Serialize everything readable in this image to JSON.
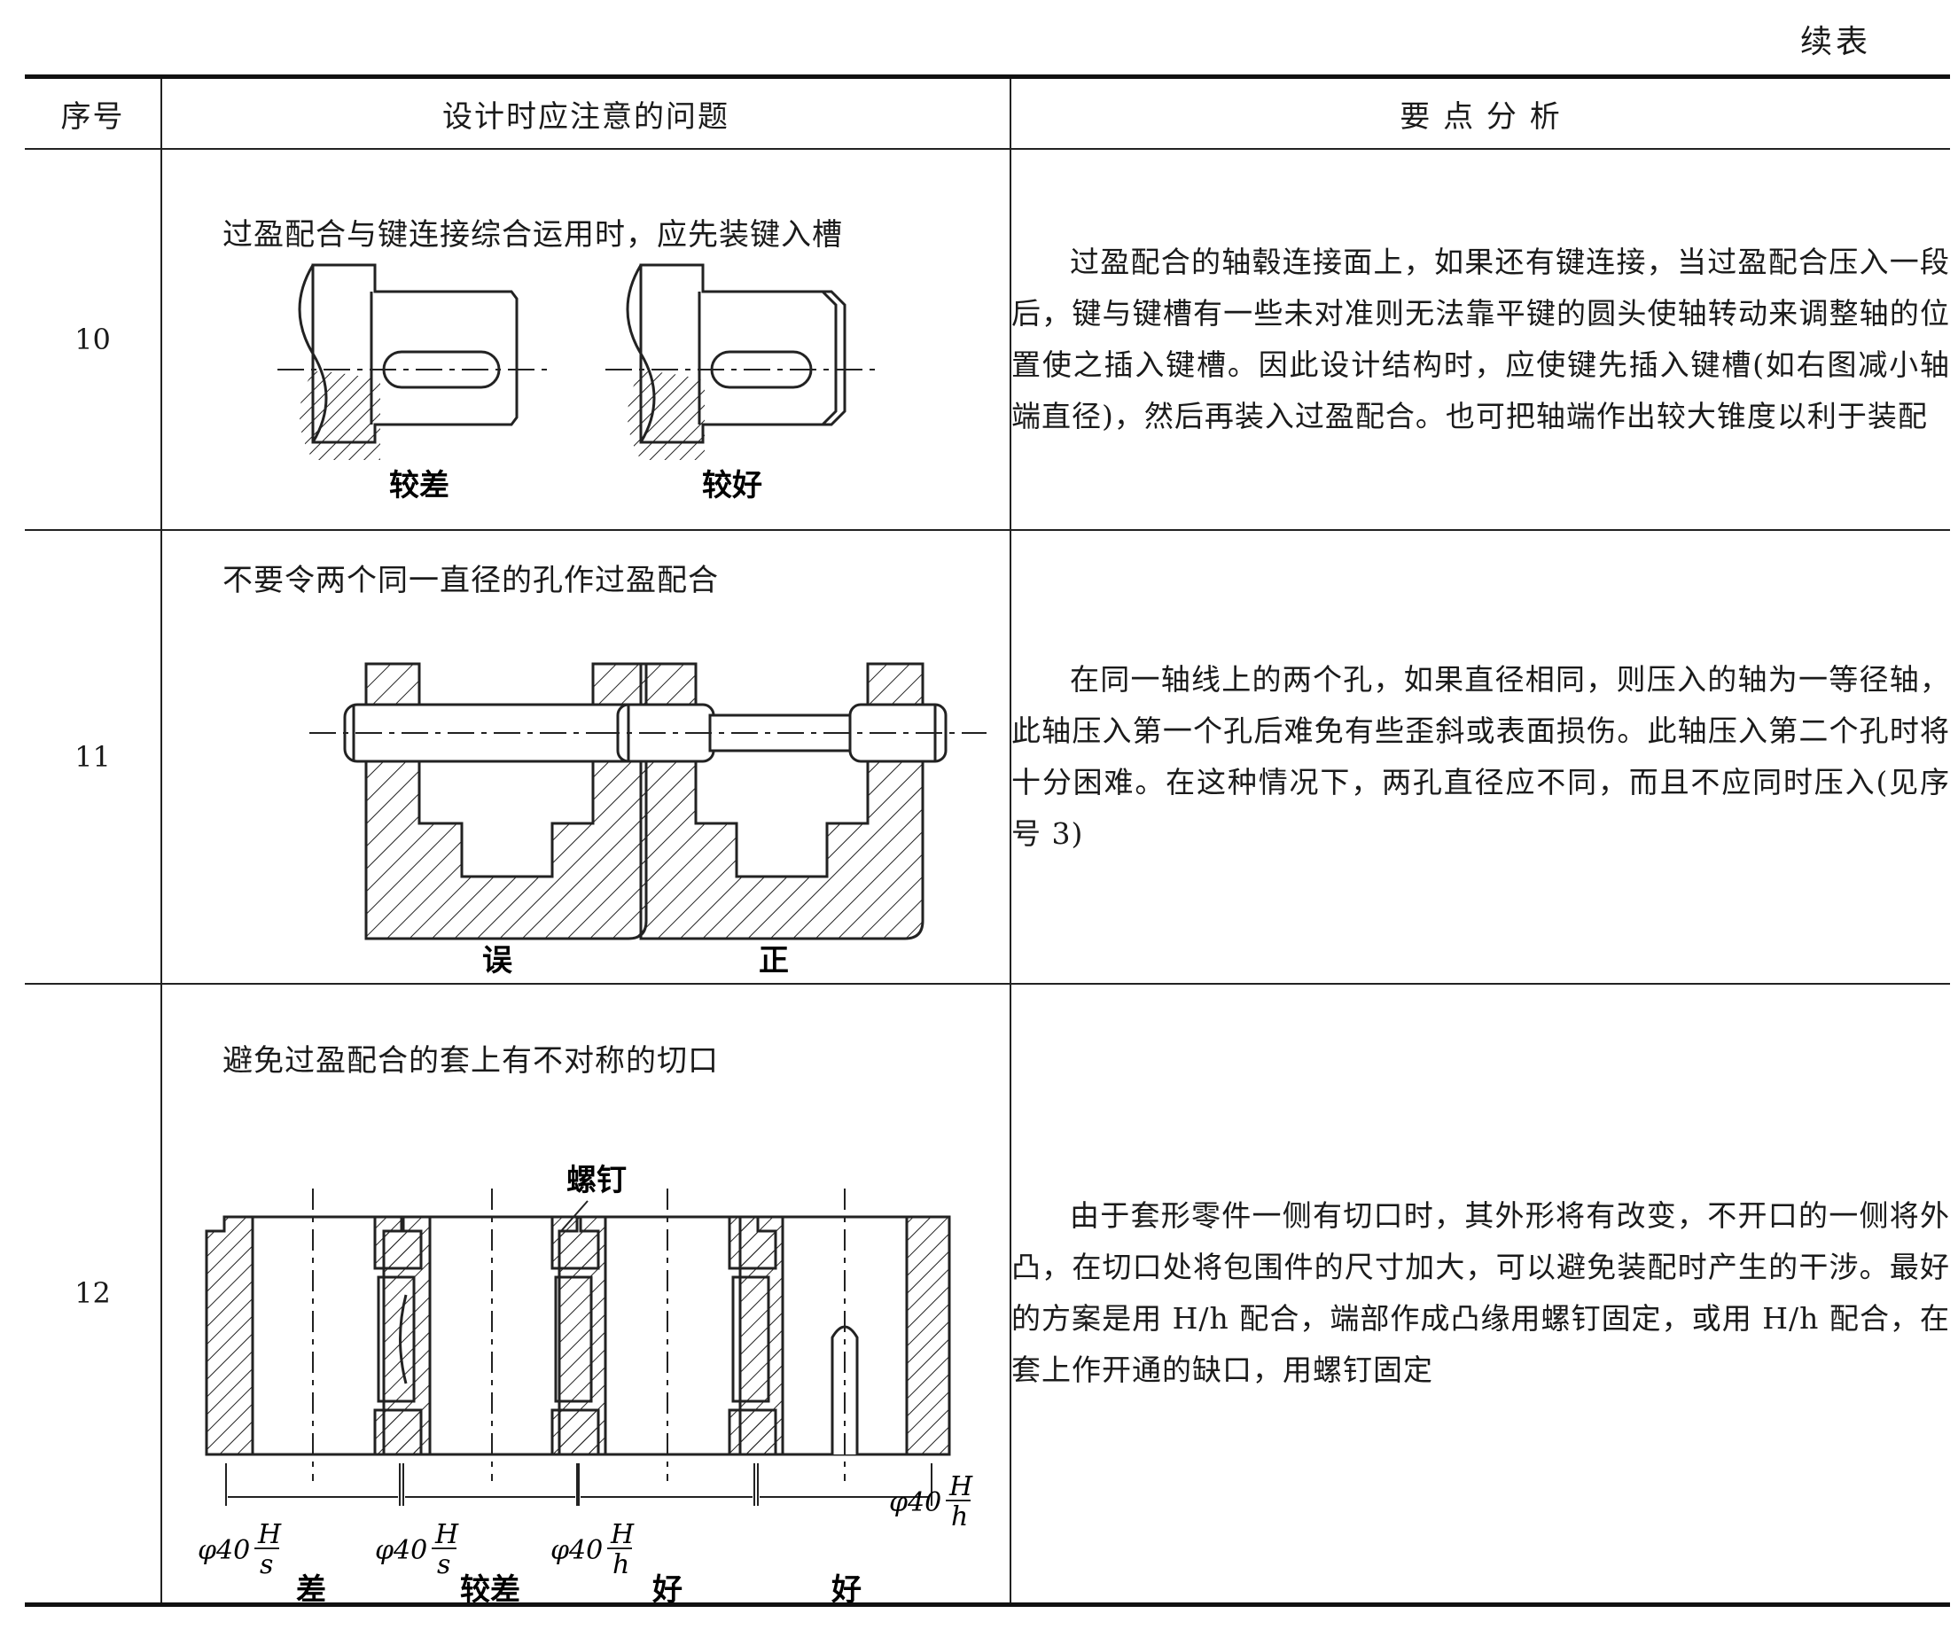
{
  "continued_label": "续表",
  "headers": {
    "index": "序号",
    "issue": "设计时应注意的问题",
    "analysis": "要 点 分 析"
  },
  "rows": [
    {
      "index": "10",
      "title": "过盈配合与键连接综合运用时，应先装键入槽",
      "labels": [
        "较差",
        "较好"
      ],
      "analysis": "过盈配合的轴毂连接面上，如果还有键连接，当过盈配合压入一段后，键与键槽有一些未对准则无法靠平键的圆头使轴转动来调整轴的位置使之插入键槽。因此设计结构时，应使键先插入键槽(如右图减小轴端直径)，然后再装入过盈配合。也可把轴端作出较大锥度以利于装配"
    },
    {
      "index": "11",
      "title": "不要令两个同一直径的孔作过盈配合",
      "labels": [
        "误",
        "正"
      ],
      "analysis": "在同一轴线上的两个孔，如果直径相同，则压入的轴为一等径轴，此轴压入第一个孔后难免有些歪斜或表面损伤。此轴压入第二个孔时将十分困难。在这种情况下，两孔直径应不同，而且不应同时压入(见序号 3)"
    },
    {
      "index": "12",
      "title": "避免过盈配合的套上有不对称的切口",
      "labels": [
        "差",
        "较差",
        "好",
        "好"
      ],
      "screw_label": "螺钉",
      "dim_prefix": "φ40",
      "fits": [
        {
          "num": "H",
          "den": "s"
        },
        {
          "num": "H",
          "den": "s"
        },
        {
          "num": "H",
          "den": "h"
        },
        {
          "num": "H",
          "den": "h"
        }
      ],
      "analysis": "由于套形零件一侧有切口时，其外形将有改变，不开口的一侧将外凸，在切口处将包围件的尺寸加大，可以避免装配时产生的干涉。最好的方案是用 H/h 配合，端部作成凸缘用螺钉固定，或用 H/h 配合，在套上作开通的缺口，用螺钉固定"
    }
  ]
}
